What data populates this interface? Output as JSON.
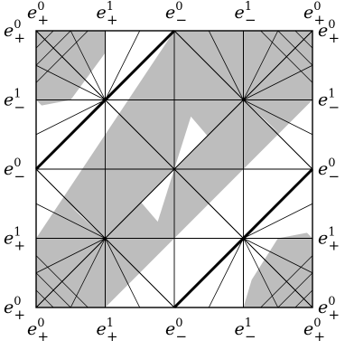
{
  "colors": {
    "shade": "#bdbdbd",
    "line": "#000000",
    "background": "#ffffff"
  },
  "labels": {
    "top": [
      {
        "base": "e",
        "sup": "0",
        "sub": "+"
      },
      {
        "base": "e",
        "sup": "1",
        "sub": "+"
      },
      {
        "base": "e",
        "sup": "0",
        "sub": "−"
      },
      {
        "base": "e",
        "sup": "1",
        "sub": "−"
      },
      {
        "base": "e",
        "sup": "0",
        "sub": "+"
      }
    ],
    "bottom": [
      {
        "base": "e",
        "sup": "0",
        "sub": "+"
      },
      {
        "base": "e",
        "sup": "1",
        "sub": "+"
      },
      {
        "base": "e",
        "sup": "0",
        "sub": "−"
      },
      {
        "base": "e",
        "sup": "1",
        "sub": "−"
      },
      {
        "base": "e",
        "sup": "0",
        "sub": "+"
      }
    ],
    "left": [
      {
        "base": "e",
        "sup": "0",
        "sub": "+"
      },
      {
        "base": "e",
        "sup": "1",
        "sub": "−"
      },
      {
        "base": "e",
        "sup": "0",
        "sub": "−"
      },
      {
        "base": "e",
        "sup": "1",
        "sub": "+"
      },
      {
        "base": "e",
        "sup": "0",
        "sub": "+"
      }
    ],
    "right": [
      {
        "base": "e",
        "sup": "0",
        "sub": "+"
      },
      {
        "base": "e",
        "sup": "1",
        "sub": "−"
      },
      {
        "base": "e",
        "sup": "0",
        "sub": "−"
      },
      {
        "base": "e",
        "sup": "1",
        "sub": "+"
      },
      {
        "base": "e",
        "sup": "0",
        "sub": "+"
      }
    ]
  }
}
